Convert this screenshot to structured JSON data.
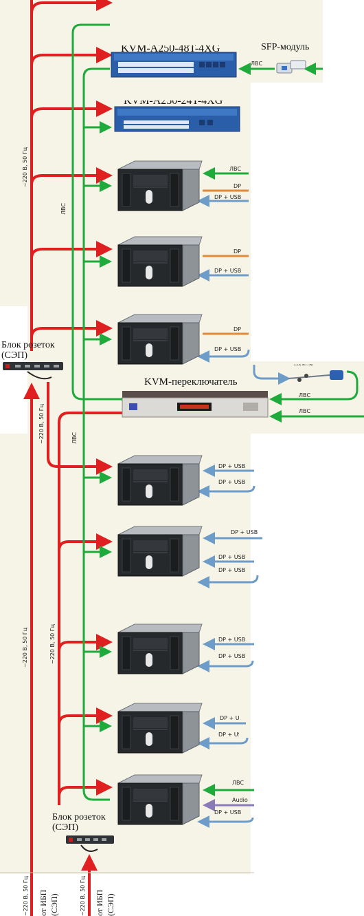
{
  "labels": {
    "lvs": "ЛВС",
    "dp": "DP",
    "dp_usb": "DP + USB",
    "audio": "Audio",
    "power": "~220 В, 50 Гц",
    "sfp": "SFP-модуль",
    "pdu_top": "Блок розеток\n(СЭП)",
    "pdu_top_l1": "Блок розеток",
    "pdu_top_l2": "(СЭП)",
    "pdu_bottom_l1": "Блок розеток",
    "pdu_bottom_l2": "(СЭП)",
    "from_ups_l1": "от ИБП",
    "from_ups_l2": "(СЭП)",
    "kvm_title": "KVM-переключатель",
    "module": "модуль"
  },
  "colors": {
    "power": "#e02020",
    "lan": "#1faa3c",
    "dp": "#e08a3a",
    "dp_usb": "#6e9cc8",
    "audio": "#8a7ab8",
    "panel": "#f5f4e7"
  },
  "icons": {
    "switch": "network-switch-icon",
    "server": "rack-server-icon",
    "kvm": "kvm-switch-icon",
    "pdu": "power-strip-icon",
    "sfp": "sfp-module-icon"
  }
}
